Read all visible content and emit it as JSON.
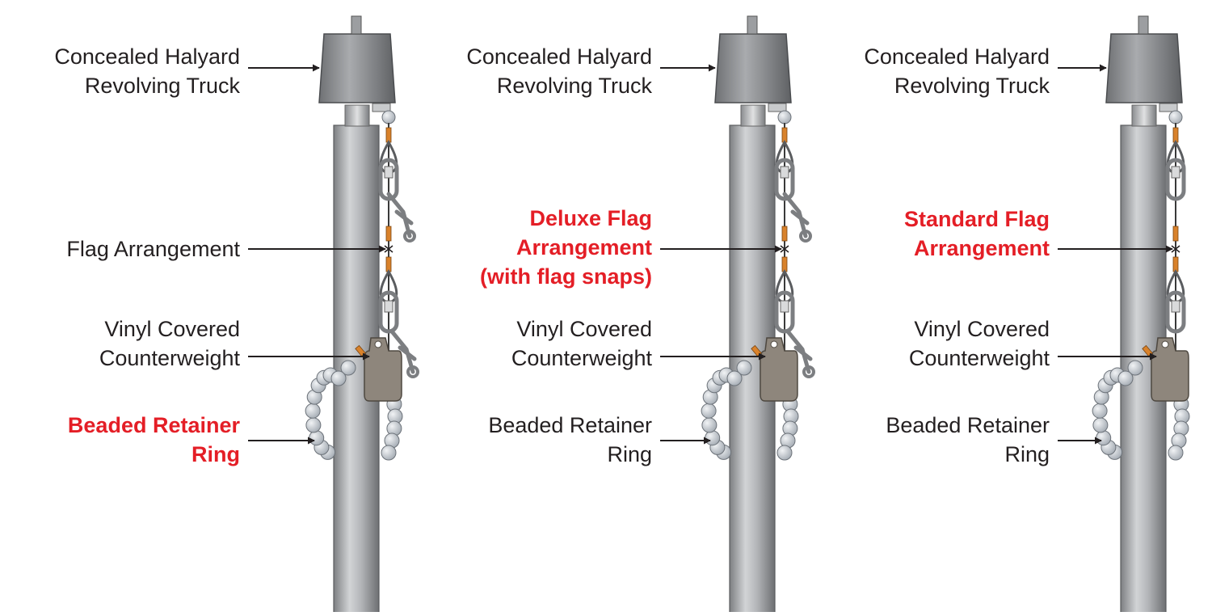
{
  "colors": {
    "text": "#231f20",
    "highlight": "#e41e26",
    "pole": "#a7a9ac",
    "truck": "#8a8c8f",
    "counterweight": "#8e867c",
    "beads": "#c9ced4",
    "splice": "#d9822b"
  },
  "panels": [
    {
      "variant": "flag-arrangement",
      "labels": {
        "truck": {
          "lines": [
            "Concealed Halyard",
            "Revolving Truck"
          ],
          "highlight": false
        },
        "arrangement": {
          "lines": [
            "Flag Arrangement"
          ],
          "highlight": false
        },
        "counterweight": {
          "lines": [
            "Vinyl Covered",
            "Counterweight"
          ],
          "highlight": false
        },
        "retainer": {
          "lines": [
            "Beaded Retainer",
            "Ring"
          ],
          "highlight": true
        }
      }
    },
    {
      "variant": "deluxe",
      "labels": {
        "truck": {
          "lines": [
            "Concealed Halyard",
            "Revolving Truck"
          ],
          "highlight": false
        },
        "arrangement": {
          "lines": [
            "Deluxe Flag",
            "Arrangement",
            "(with flag snaps)"
          ],
          "highlight": true
        },
        "counterweight": {
          "lines": [
            "Vinyl Covered",
            "Counterweight"
          ],
          "highlight": false
        },
        "retainer": {
          "lines": [
            "Beaded Retainer",
            "Ring"
          ],
          "highlight": false
        }
      }
    },
    {
      "variant": "standard",
      "labels": {
        "truck": {
          "lines": [
            "Concealed Halyard",
            "Revolving Truck"
          ],
          "highlight": false
        },
        "arrangement": {
          "lines": [
            "Standard Flag",
            "Arrangement"
          ],
          "highlight": true
        },
        "counterweight": {
          "lines": [
            "Vinyl Covered",
            "Counterweight"
          ],
          "highlight": false
        },
        "retainer": {
          "lines": [
            "Beaded Retainer",
            "Ring"
          ],
          "highlight": false
        }
      }
    }
  ]
}
